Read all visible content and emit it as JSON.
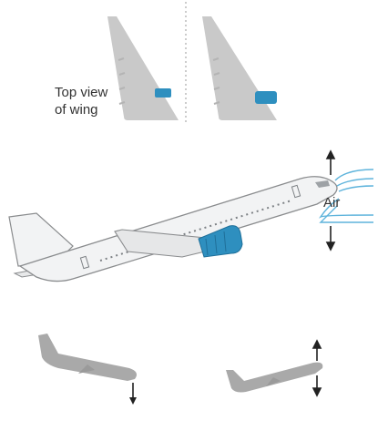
{
  "labels": {
    "wing_top_view_line1": "Top view",
    "wing_top_view_line2": "of wing",
    "air": "Air"
  },
  "colors": {
    "wing_gray": "#c9c9c9",
    "engine_blue": "#2e8fbf",
    "engine_blue_dark": "#1f6f99",
    "fuselage": "#f2f3f4",
    "fuselage_outline": "#8a8c8e",
    "silhouette_gray": "#a9a9a9",
    "arrow": "#222222",
    "air_lines": "#5fb4dc",
    "divider": "#999999"
  }
}
